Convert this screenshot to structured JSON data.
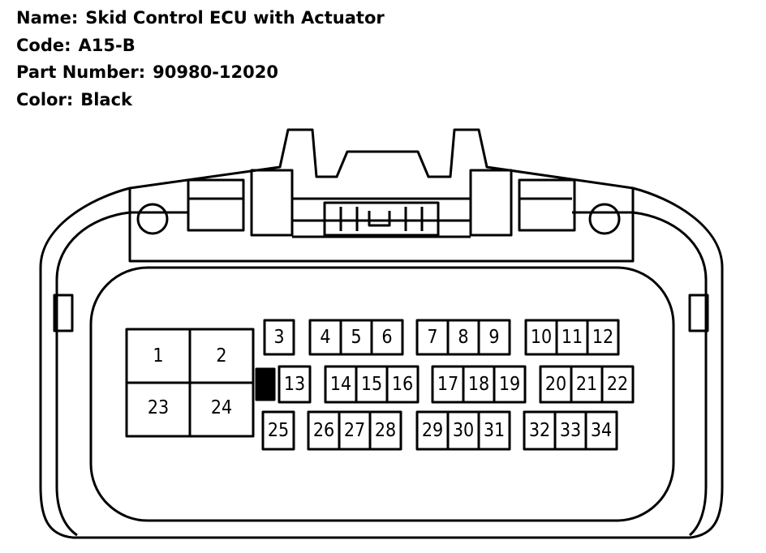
{
  "info": {
    "name_label": "Name:",
    "name_value": "Skid Control ECU with Actuator",
    "code_label": "Code:",
    "code_value": "A15-B",
    "part_label": "Part Number:",
    "part_value": "90980-12020",
    "color_label": "Color:",
    "color_value": "Black"
  },
  "pins": {
    "p1": "1",
    "p2": "2",
    "p3": "3",
    "p4": "4",
    "p5": "5",
    "p6": "6",
    "p7": "7",
    "p8": "8",
    "p9": "9",
    "p10": "10",
    "p11": "11",
    "p12": "12",
    "p13": "13",
    "p14": "14",
    "p15": "15",
    "p16": "16",
    "p17": "17",
    "p18": "18",
    "p19": "19",
    "p20": "20",
    "p21": "21",
    "p22": "22",
    "p23": "23",
    "p24": "24",
    "p25": "25",
    "p26": "26",
    "p27": "27",
    "p28": "28",
    "p29": "29",
    "p30": "30",
    "p31": "31",
    "p32": "32",
    "p33": "33",
    "p34": "34"
  }
}
